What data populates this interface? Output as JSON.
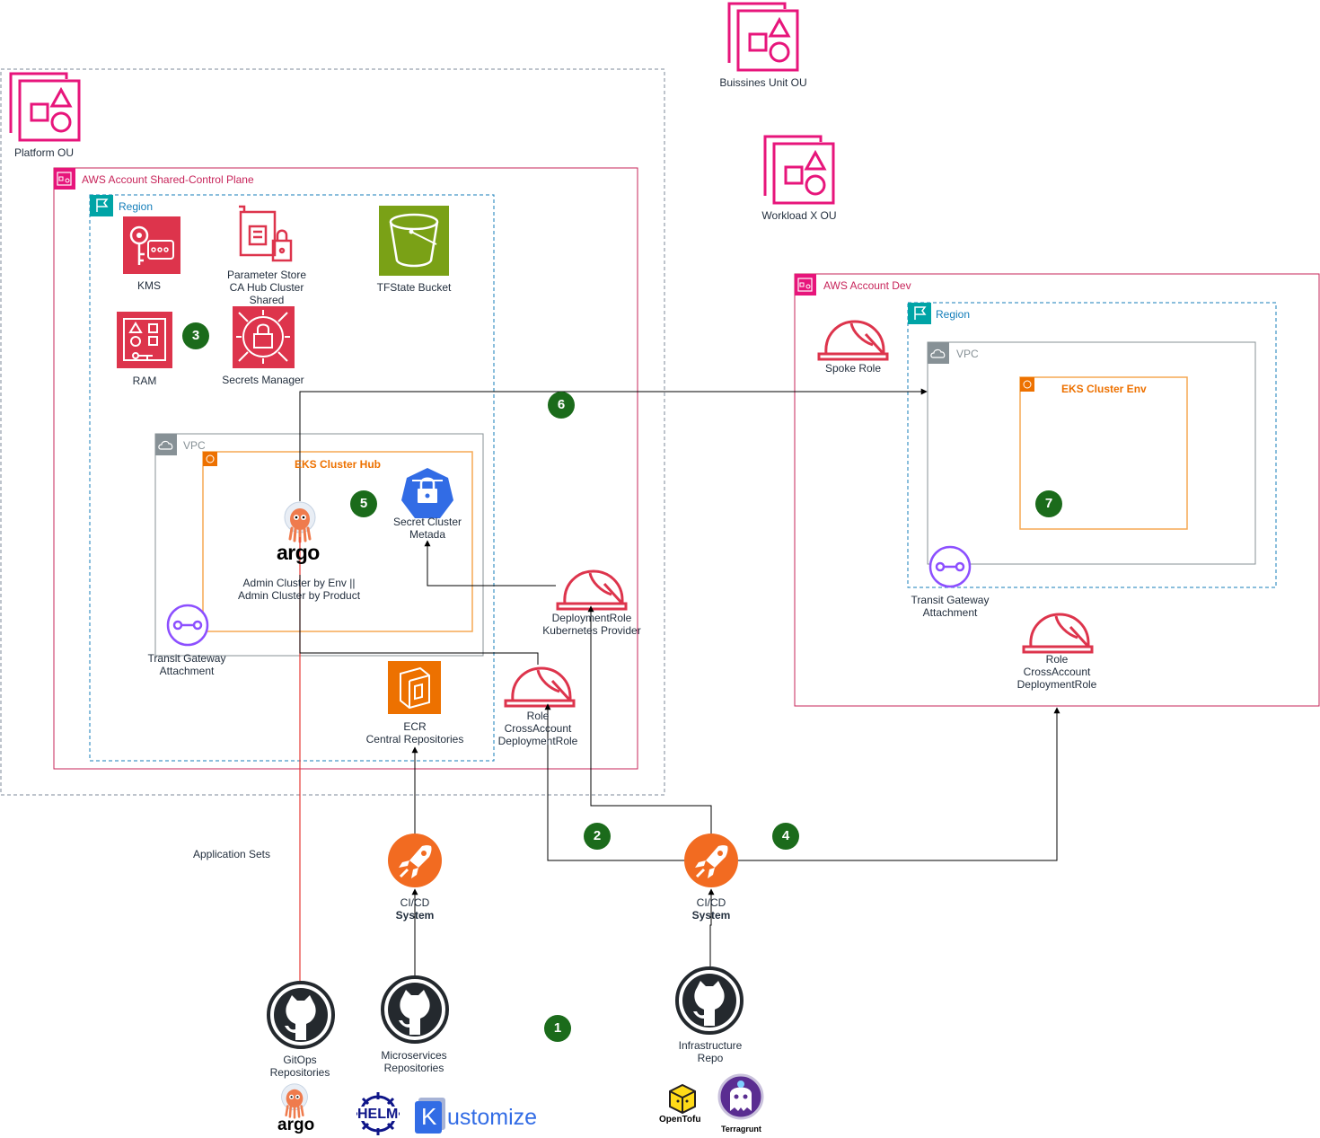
{
  "groups": {
    "platform_ou": "Platform OU",
    "business_unit_ou": "Buissines Unit OU",
    "workload_ou": "Workload X OU",
    "shared_account": "AWS Account Shared-Control Plane",
    "shared_region": "Region",
    "hub_vpc": "VPC",
    "hub_cluster": "EKS Cluster Hub",
    "dev_account": "AWS Account Dev",
    "dev_region": "Region",
    "dev_vpc": "VPC",
    "env_cluster": "EKS Cluster Env"
  },
  "services": {
    "kms": "KMS",
    "parameter_store": [
      "Parameter Store",
      "CA Hub Cluster",
      "Shared"
    ],
    "tfstate": "TFState Bucket",
    "ram": "RAM",
    "secrets_manager": "Secrets Manager",
    "argo_admin": [
      "Admin Cluster by Env ||",
      "Admin Cluster by Product"
    ],
    "secret_cluster": [
      "Secret Cluster",
      "Metada"
    ],
    "tgw_hub": [
      "Transit Gateway",
      "Attachment"
    ],
    "deployment_role": [
      "DeploymentRole",
      "Kubernetes Provider"
    ],
    "ecr": [
      "ECR",
      "Central Repositories"
    ],
    "role_shared": [
      "Role",
      "CrossAccount",
      "DeploymentRole"
    ],
    "spoke_role": "Spoke Role",
    "tgw_dev": [
      "Transit Gateway",
      "Attachment"
    ],
    "role_dev": [
      "Role",
      "CrossAccount",
      "DeploymentRole"
    ]
  },
  "pipeline": {
    "app_sets": "Application Sets",
    "cicd_apps": [
      "CI/CD",
      "System"
    ],
    "cicd_infra": [
      "CI/CD",
      "System"
    ],
    "gitops_repo": [
      "GitOps",
      "Repositories"
    ],
    "micro_repo": [
      "Microservices",
      "Repositories"
    ],
    "infra_repo": [
      "Infrastructure",
      "Repo"
    ]
  },
  "logos": {
    "argo": "argo",
    "helm": "HELM",
    "kustomize": "ustomize",
    "kustomize_k": "K",
    "opentofu": "OpenTofu",
    "terragrunt": "Terragrunt"
  },
  "steps": [
    "1",
    "2",
    "3",
    "4",
    "5",
    "6",
    "7"
  ],
  "colors": {
    "aws_pink": "#e7157b",
    "region_teal": "#147eba",
    "region_flag": "#00a4a6",
    "vpc_gray": "#879196",
    "eks_orange": "#ed7100",
    "security_red": "#dd344c",
    "storage_green": "#7aa116",
    "tgw_purple": "#8c4fff",
    "badge_green": "#1b6b1b",
    "argo_red": "#e53935"
  },
  "icons": {
    "ou": "organizational-unit-icon",
    "kms": "key-management-service-icon",
    "parameter_store": "parameter-store-icon",
    "s3": "s3-bucket-icon",
    "ram": "resource-access-manager-icon",
    "secrets": "secrets-manager-icon",
    "argo": "argo-octopus-icon",
    "k8s_secret": "kubernetes-secret-icon",
    "tgw": "transit-gateway-attachment-icon",
    "helmet": "iam-role-helmet-icon",
    "ecr": "ecr-icon",
    "rocket": "cicd-rocket-icon",
    "github": "github-icon"
  }
}
